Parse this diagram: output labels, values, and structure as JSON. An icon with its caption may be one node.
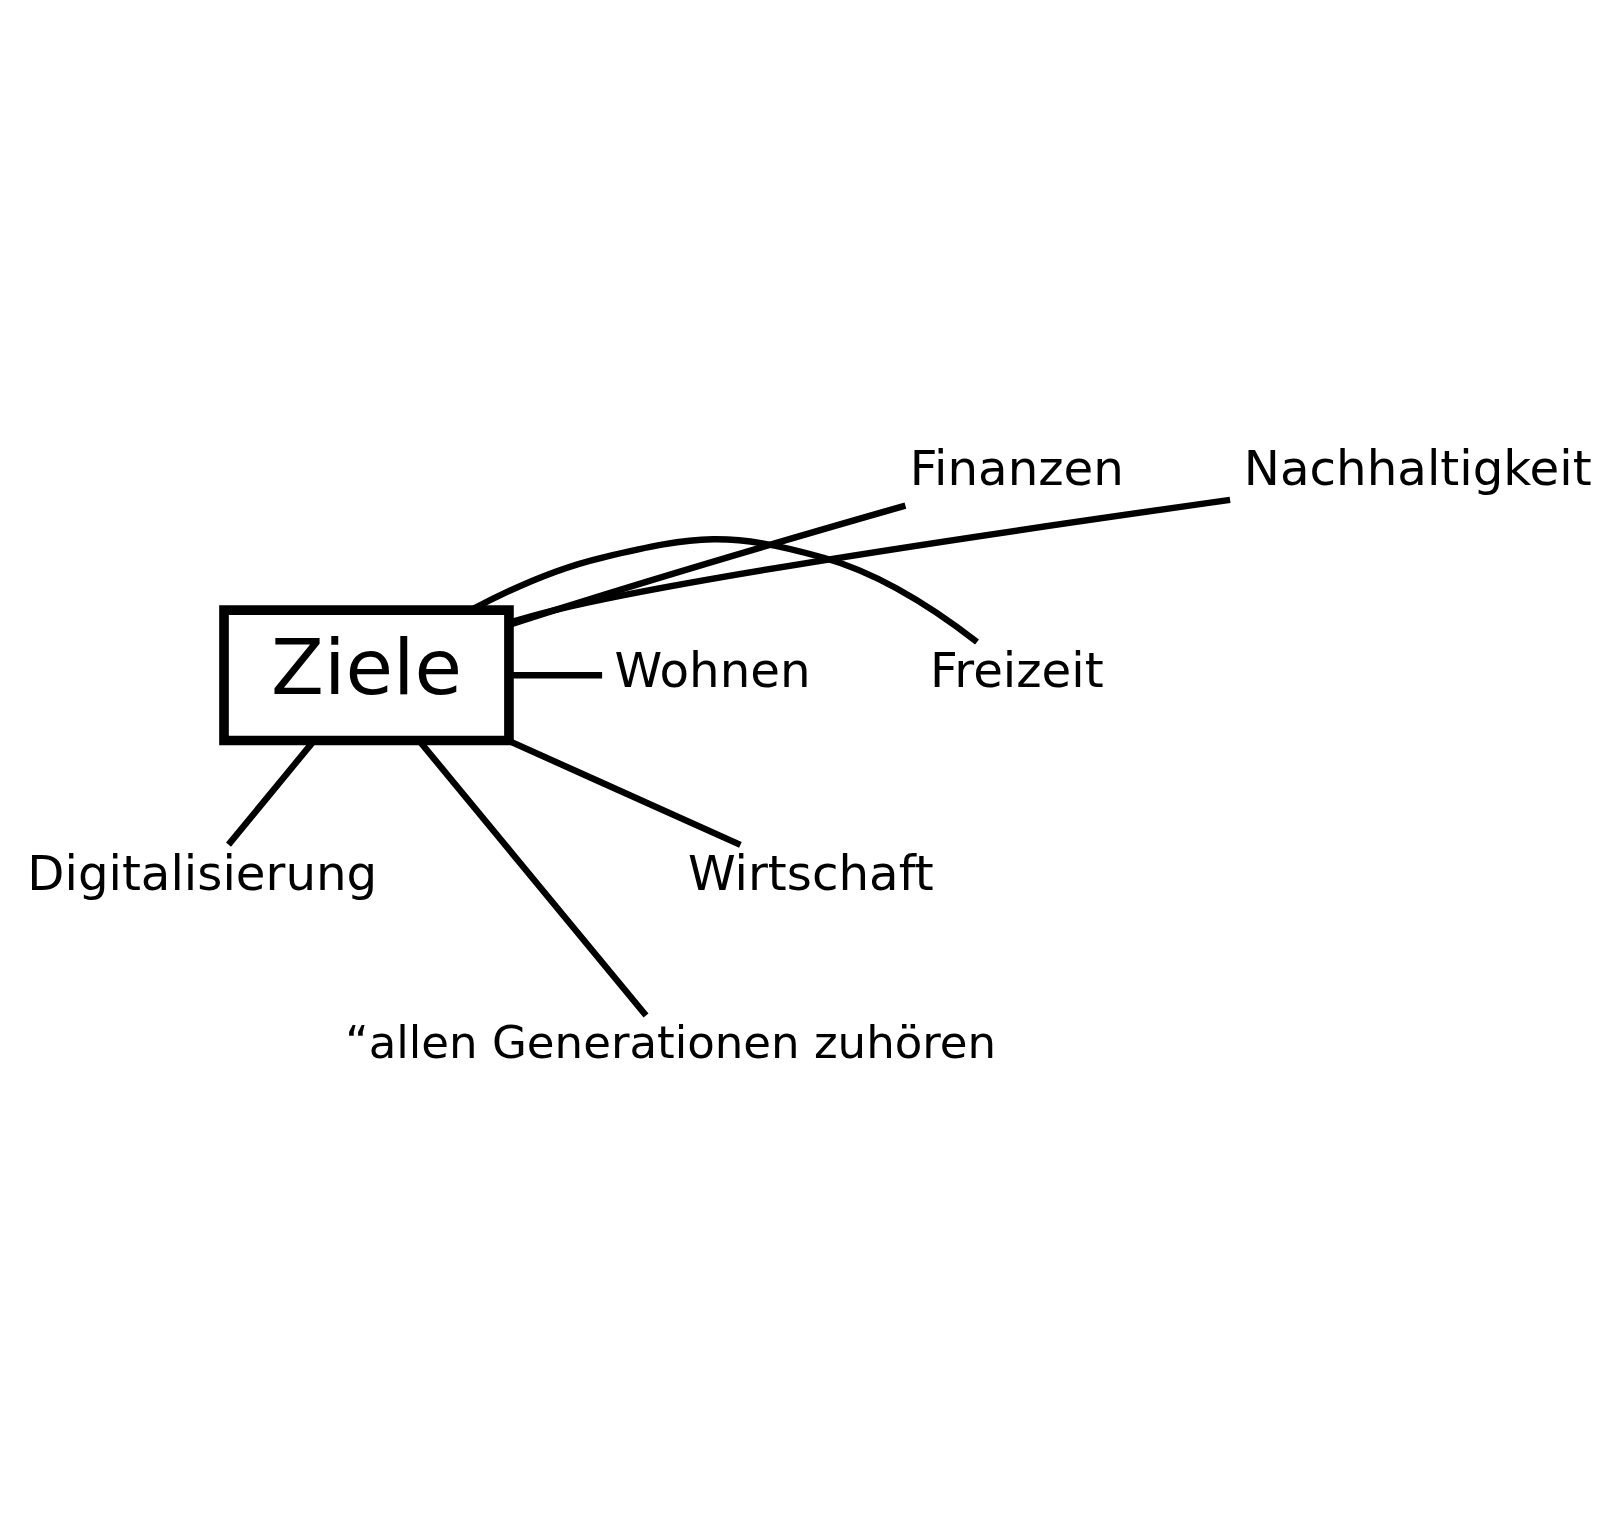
{
  "diagram": {
    "nodes": [
      {
        "text": [
          "Finanzen"
        ]
      },
      {
        "text": [
          "Nachhaltigkeit"
        ]
      },
      {
        "text": [
          "Freizeit"
        ]
      },
      {
        "text": [
          "Ziele"
        ]
      },
      {
        "text": [
          "Wohnen"
        ]
      },
      {
        "text": [
          "Wirtschaft"
        ]
      },
      {
        "text": [
          "Digitalisierung"
        ]
      },
      {
        "text": [
          "“allen Generationen zuhören"
        ]
      }
    ],
    "edges": [
      {
        "from": 3,
        "to": 0,
        "arrow": "none"
      },
      {
        "from": 3,
        "to": 1,
        "arrow": "none"
      },
      {
        "from": 3,
        "to": 2,
        "arrow": "none"
      },
      {
        "from": 3,
        "to": 4,
        "arrow": "none"
      },
      {
        "from": 3,
        "to": 5,
        "arrow": "none"
      },
      {
        "from": 3,
        "to": 6,
        "arrow": "none"
      },
      {
        "from": 3,
        "to": 7,
        "arrow": "none"
      }
    ]
  }
}
